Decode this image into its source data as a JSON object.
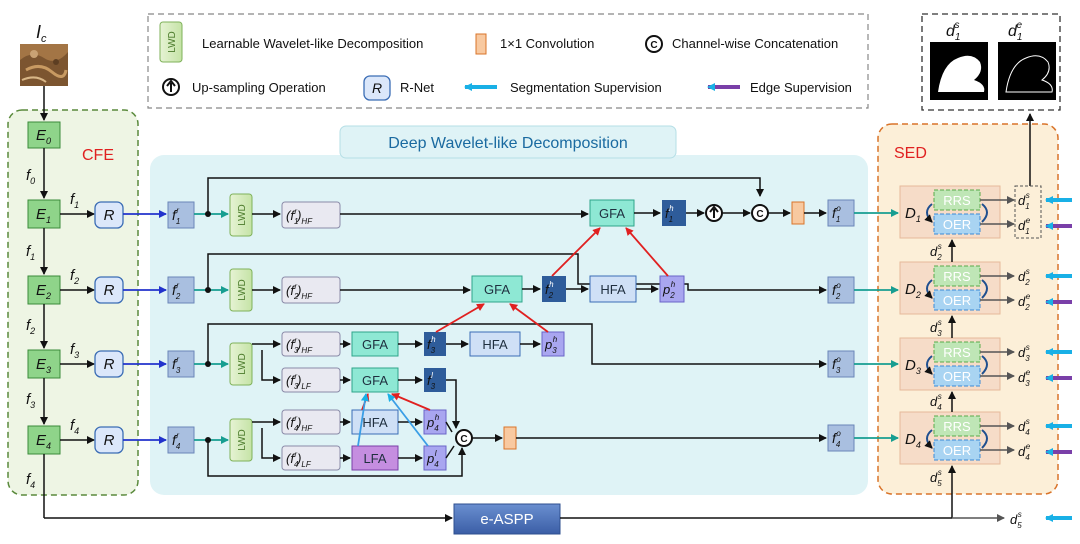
{
  "legend": {
    "lwd_icon": "LWD",
    "lwd_label": "Learnable Wavelet-like Decomposition",
    "conv_label": "1×1 Convolution",
    "concat_icon": "C",
    "concat_label": "Channel-wise Concatenation",
    "upsample_label": "Up-sampling Operation",
    "rnet_icon": "R",
    "rnet_label": "R-Net",
    "seg_label": "Segmentation Supervision",
    "edge_label": "Edge Supervision"
  },
  "input": {
    "symbol": "I",
    "sub": "c"
  },
  "outputs_box": {
    "d1s": {
      "base": "d",
      "sub": "1",
      "sup": "s"
    },
    "d1e": {
      "base": "d",
      "sub": "1",
      "sup": "e"
    }
  },
  "sections": {
    "cfe": "CFE",
    "sed": "SED",
    "dwd": "Deep Wavelet-like Decomposition"
  },
  "encoder": {
    "E0": {
      "base": "E",
      "sub": "0"
    },
    "E1": {
      "base": "E",
      "sub": "1"
    },
    "E2": {
      "base": "E",
      "sub": "2"
    },
    "E3": {
      "base": "E",
      "sub": "3"
    },
    "E4": {
      "base": "E",
      "sub": "4"
    },
    "f0": {
      "base": "f",
      "sub": "0"
    },
    "f1a": {
      "base": "f",
      "sub": "1"
    },
    "f1b": {
      "base": "f",
      "sub": "1"
    },
    "f2a": {
      "base": "f",
      "sub": "2"
    },
    "f2b": {
      "base": "f",
      "sub": "2"
    },
    "f3a": {
      "base": "f",
      "sub": "3"
    },
    "f3b": {
      "base": "f",
      "sub": "3"
    },
    "f4a": {
      "base": "f",
      "sub": "4"
    },
    "f4b": {
      "base": "f",
      "sub": "4"
    }
  },
  "rnet": "R",
  "dwd": {
    "fr1": {
      "base": "f",
      "sub": "1",
      "sup": "r"
    },
    "fr2": {
      "base": "f",
      "sub": "2",
      "sup": "r"
    },
    "fr3": {
      "base": "f",
      "sub": "3",
      "sup": "r"
    },
    "fr4": {
      "base": "f",
      "sub": "4",
      "sup": "r"
    },
    "lwd": "LWD",
    "hf1": {
      "base": "(f",
      "sub1": "1",
      "sup1": "r",
      "close": ")",
      "sub2": "HF"
    },
    "hf2": {
      "base": "(f",
      "sub1": "2",
      "sup1": "r",
      "close": ")",
      "sub2": "HF"
    },
    "hf3": {
      "base": "(f",
      "sub1": "3",
      "sup1": "r",
      "close": ")",
      "sub2": "HF"
    },
    "lf3": {
      "base": "(f",
      "sub1": "3",
      "sup1": "r",
      "close": ")",
      "sub2": "LF"
    },
    "hf4": {
      "base": "(f",
      "sub1": "4",
      "sup1": "r",
      "close": ")",
      "sub2": "HF"
    },
    "lf4": {
      "base": "(f",
      "sub1": "4",
      "sup1": "r",
      "close": ")",
      "sub2": "LF"
    },
    "gfa": "GFA",
    "hfa": "HFA",
    "lfa": "LFA",
    "fh1": {
      "base": "f",
      "sub": "1",
      "sup": "h"
    },
    "fh2": {
      "base": "f",
      "sub": "2",
      "sup": "h"
    },
    "fh3": {
      "base": "f",
      "sub": "3",
      "sup": "h"
    },
    "fl3": {
      "base": "f",
      "sub": "3",
      "sup": "l"
    },
    "ph2": {
      "base": "p",
      "sub": "2",
      "sup": "h"
    },
    "ph3": {
      "base": "p",
      "sub": "3",
      "sup": "h"
    },
    "ph4": {
      "base": "p",
      "sub": "4",
      "sup": "h"
    },
    "pl4": {
      "base": "p",
      "sub": "4",
      "sup": "l"
    },
    "fo1": {
      "base": "f",
      "sub": "1",
      "sup": "o"
    },
    "fo2": {
      "base": "f",
      "sub": "2",
      "sup": "o"
    },
    "fo3": {
      "base": "f",
      "sub": "3",
      "sup": "o"
    },
    "fo4": {
      "base": "f",
      "sub": "4",
      "sup": "o"
    }
  },
  "sed": {
    "D1": {
      "base": "D",
      "sub": "1"
    },
    "D2": {
      "base": "D",
      "sub": "2"
    },
    "D3": {
      "base": "D",
      "sub": "3"
    },
    "D4": {
      "base": "D",
      "sub": "4"
    },
    "rrs": "RRS",
    "oer": "OER",
    "d1s": {
      "base": "d",
      "sub": "1",
      "sup": "s"
    },
    "d1e": {
      "base": "d",
      "sub": "1",
      "sup": "e"
    },
    "d2s": {
      "base": "d",
      "sub": "2",
      "sup": "s"
    },
    "d2e": {
      "base": "d",
      "sub": "2",
      "sup": "e"
    },
    "d3s": {
      "base": "d",
      "sub": "3",
      "sup": "s"
    },
    "d3e": {
      "base": "d",
      "sub": "3",
      "sup": "e"
    },
    "d4s": {
      "base": "d",
      "sub": "4",
      "sup": "s"
    },
    "d4e": {
      "base": "d",
      "sub": "4",
      "sup": "e"
    },
    "d2s_up": {
      "base": "d",
      "sub": "2",
      "sup": "s"
    },
    "d3s_up": {
      "base": "d",
      "sub": "3",
      "sup": "s"
    },
    "d4s_up": {
      "base": "d",
      "sub": "4",
      "sup": "s"
    },
    "d5s_up": {
      "base": "d",
      "sub": "5",
      "sup": "s"
    }
  },
  "easpp": "e-ASPP",
  "d5s_out": {
    "base": "d",
    "sub": "5",
    "sup": "s"
  },
  "colors": {
    "cfe_bg": "#eef5e4",
    "cfe_border": "#5a8a3c",
    "sed_bg": "#fcefd8",
    "sed_border": "#d9742a",
    "dwd_bg": "#dff3f6",
    "section_red": "#e02020",
    "encoder_fill": "#8fd48a",
    "f_fill": "#a9bfe0",
    "f_dark": "#2e5c9a",
    "p_fill": "#a9a6f0",
    "gfa_fill": "#8ee8d4",
    "hfa_fill": "#cfe0f6",
    "lfa_fill": "#c58ee0",
    "lwd_fill": "#d8ecc0",
    "conv_fill": "#f8c9a0",
    "easpp_fill": "#4a6fb5",
    "rrs_fill": "#bfe6b6",
    "oer_fill": "#a9d4f2",
    "seg_arrow": "#19b0e6",
    "edge_arrow": "#7a3fa8",
    "blue_arrow": "#2233cc",
    "teal_arrow": "#179e91",
    "red_arrow": "#e02020"
  }
}
